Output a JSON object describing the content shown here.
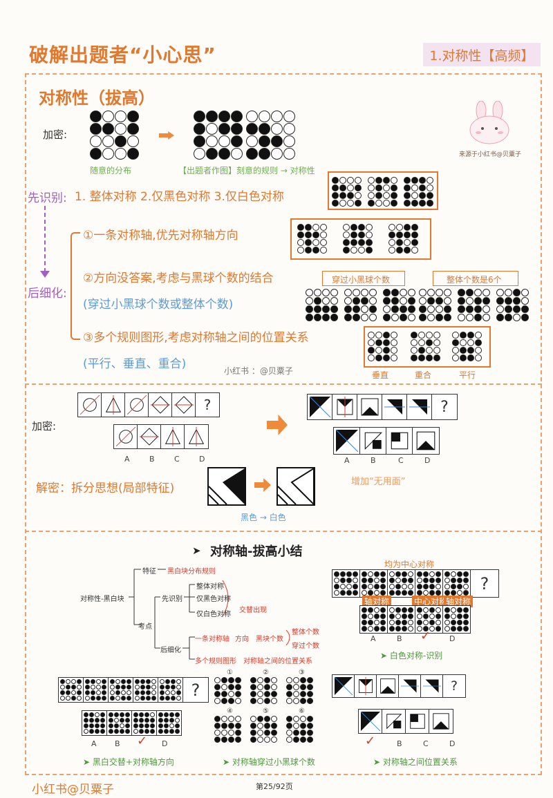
{
  "header": {
    "title": "破解出题者“小心思”",
    "tag": "1.对称性【高频】"
  },
  "section1": {
    "heading": "对称性（拔高）",
    "encrypt_label": "加密:",
    "caption_random": "随意的分布",
    "caption_designed": "【出题者作图】刻意的规则 → 对称性",
    "watermark": "来源于小红书@贝粟子",
    "identify_label": "先识别:",
    "identify_text": "1. 整体对称 2.仅黑色对称 3.仅白色对称",
    "refine_label": "后细化:",
    "rule1": "①一条对称轴,优先对称轴方向",
    "rule2": "②方向没答案,考虑与黑球个数的结合",
    "rule2_note": "(穿过小黑球个数或整体个数)",
    "box_label_a": "穿过小黑球个数",
    "box_label_b": "整体个数是6个",
    "rule3": "③多个规则图形,考虑对称轴之间的位置关系",
    "rule3_note": "(平行、垂直、重合)",
    "author_mark": "小红书 ：@贝粟子",
    "rel_labels": [
      "垂直",
      "重合",
      "平行"
    ]
  },
  "section2": {
    "encrypt_label": "加密:",
    "question_mark": "?",
    "options": [
      "A",
      "B",
      "C",
      "D"
    ],
    "decrypt_text": "解密：拆分思想(局部特征)",
    "caption_color": "黑色 → 白色",
    "caption_useless": "增加“无用面”"
  },
  "section3": {
    "title": "对称轴-拔高小结",
    "mindmap": {
      "root": "对称性-黑白块",
      "feature": "特征",
      "feature_val": "黑白块分布规则",
      "points": "考点",
      "identify": "先识别",
      "id_items": [
        "整体对称",
        "仅黑色对称",
        "仅白色对称"
      ],
      "alternating": "交替出现",
      "refine": "后细化",
      "one_axis": "一条对称轴",
      "direction": "方向",
      "black_count": "黑块个数",
      "count_items": [
        "整体个数",
        "穿过个数"
      ],
      "multi": "多个规则图形",
      "axis_rel": "对称轴之间的位置关系"
    },
    "center_sym": "均为中心对称",
    "pill_labels": [
      "轴对称",
      "中心对称",
      "轴对称"
    ],
    "caption_white": "白色对称-识别",
    "caption_a": "黑白交替+对称轴方向",
    "caption_b": "对称轴穿过小黑球个数",
    "caption_c": "对称轴之间位置关系",
    "numbers": [
      "①",
      "②",
      "③",
      "④",
      "⑤",
      "⑥"
    ],
    "question_mark": "?",
    "options": [
      "A",
      "B",
      "C",
      "D"
    ]
  },
  "footer": {
    "brand": "小红书@贝粟子",
    "page": "第25/92页"
  }
}
